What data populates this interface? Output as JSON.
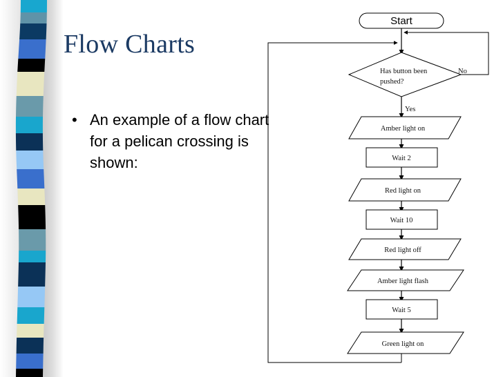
{
  "slide": {
    "title": "Flow Charts",
    "bullets": [
      {
        "marker": "•",
        "text": "An example of a flow chart for a pelican crossing is shown:"
      }
    ],
    "colors": {
      "title": "#1b3a63",
      "body_text": "#000000",
      "background": "#ffffff",
      "shape_outline": "#000000"
    }
  },
  "decorative_band": {
    "name": "vertical-color-stripe",
    "stripes": [
      {
        "color": "#18a7cf"
      },
      {
        "color": "#5f93a8"
      },
      {
        "color": "#0b3a63"
      },
      {
        "color": "#3a6fcc"
      },
      {
        "color": "#000000"
      },
      {
        "color": "#e8e6c0"
      },
      {
        "color": "#6a9aaa"
      },
      {
        "color": "#19a6cd"
      },
      {
        "color": "#0b3157"
      },
      {
        "color": "#96c8f5"
      },
      {
        "color": "#3a6fcc"
      },
      {
        "color": "#e8e6c0"
      },
      {
        "color": "#000000"
      },
      {
        "color": "#6a9aaa"
      },
      {
        "color": "#19a6cd"
      },
      {
        "color": "#0b3157"
      },
      {
        "color": "#96c8f5"
      },
      {
        "color": "#19a6cd"
      },
      {
        "color": "#e8e6c0"
      },
      {
        "color": "#0b3157"
      },
      {
        "color": "#3a6fcc"
      },
      {
        "color": "#000000"
      }
    ]
  },
  "flowchart": {
    "title": "Pelican crossing flow chart",
    "nodes": [
      {
        "id": "start",
        "shape": "terminator",
        "label": "Start"
      },
      {
        "id": "decision",
        "shape": "decision",
        "label": "Has button been pushed?"
      },
      {
        "id": "amber-on",
        "shape": "parallelogram",
        "label": "Amber light on"
      },
      {
        "id": "wait-2",
        "shape": "rectangle",
        "label": "Wait 2"
      },
      {
        "id": "red-on",
        "shape": "parallelogram",
        "label": "Red light on"
      },
      {
        "id": "wait-10",
        "shape": "rectangle",
        "label": "Wait 10"
      },
      {
        "id": "red-off",
        "shape": "parallelogram",
        "label": "Red light off"
      },
      {
        "id": "amber-flash",
        "shape": "parallelogram",
        "label": "Amber light flash"
      },
      {
        "id": "wait-5",
        "shape": "rectangle",
        "label": "Wait 5"
      },
      {
        "id": "green-on",
        "shape": "parallelogram",
        "label": "Green light on"
      }
    ],
    "branch_labels": {
      "no": "No",
      "yes": "Yes"
    }
  }
}
